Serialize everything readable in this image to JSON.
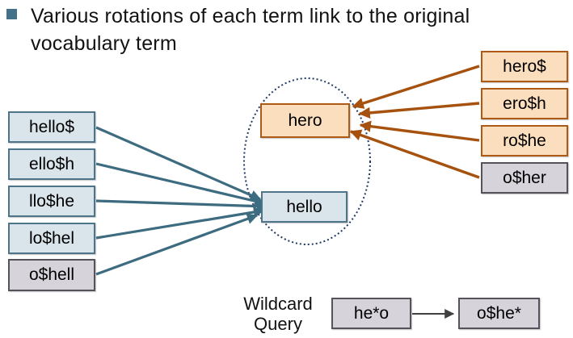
{
  "slide": {
    "title": "Various rotations of each term link to the original vocabulary term",
    "title_lines": [
      "Various rotations of each term link to the original",
      "vocabulary term"
    ]
  },
  "diagram": {
    "left_rotations": [
      "hello$",
      "ello$h",
      "llo$he",
      "lo$hel",
      "o$hell"
    ],
    "right_rotations": [
      "hero$",
      "ero$h",
      "ro$he",
      "o$her"
    ],
    "vocabulary_terms": [
      "hero",
      "hello"
    ],
    "wildcard": {
      "caption_line1": "Wildcard",
      "caption_line2": "Query",
      "query": "he*o",
      "rotated_query": "o$he*"
    }
  },
  "colors": {
    "bullet": "#43718A",
    "blue_box_fill": "#D9E4EB",
    "blue_box_border": "#4E7489",
    "orange_box_fill": "#FBDEBD",
    "orange_box_border": "#AD5A17",
    "gray_box_fill": "#D6D3DB",
    "gray_box_border": "#55525C",
    "left_arrow": "#3D6B80",
    "right_arrow": "#A6520E",
    "wildcard_arrow": "#404040",
    "ellipse_border": "#1F3864",
    "text": "#000000"
  }
}
